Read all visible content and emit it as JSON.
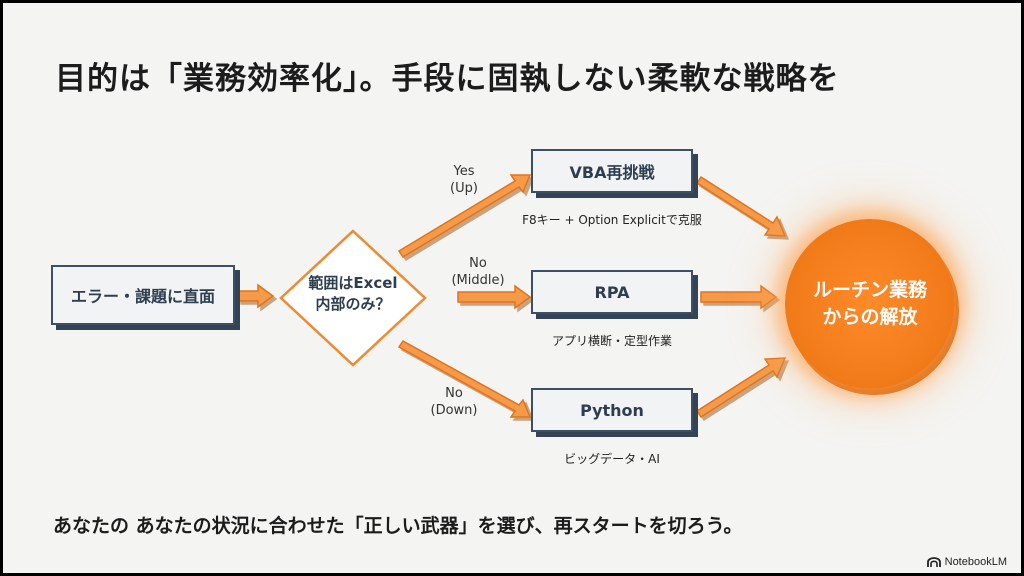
{
  "title": "目的は「業務効率化」。手段に固執しない柔軟な戦略を",
  "start": {
    "label": "エラー・課題に直面"
  },
  "decision": {
    "line1": "範囲はExcel",
    "line2": "内部のみ？"
  },
  "branches": [
    {
      "label_top": "Yes",
      "label_bottom": "(Up)"
    },
    {
      "label_top": "No",
      "label_bottom": "(Middle)"
    },
    {
      "label_top": "No",
      "label_bottom": "(Down)"
    }
  ],
  "options": [
    {
      "label": "VBA再挑戦",
      "caption": "F8キー + Option Explicitで克服"
    },
    {
      "label": "RPA",
      "caption": "アプリ横断・定型作業"
    },
    {
      "label": "Python",
      "caption": "ビッグデータ・AI"
    }
  ],
  "goal": {
    "line1": "ルーチン業務",
    "line2": "からの解放"
  },
  "footer": "あなたの あなたの状況に合わせた「正しい武器」を選び、再スタートを切ろう。",
  "brand": "NotebookLM",
  "colors": {
    "accent": "#f07a18",
    "box_border": "#3d4f63",
    "background": "#f4f4f2"
  }
}
